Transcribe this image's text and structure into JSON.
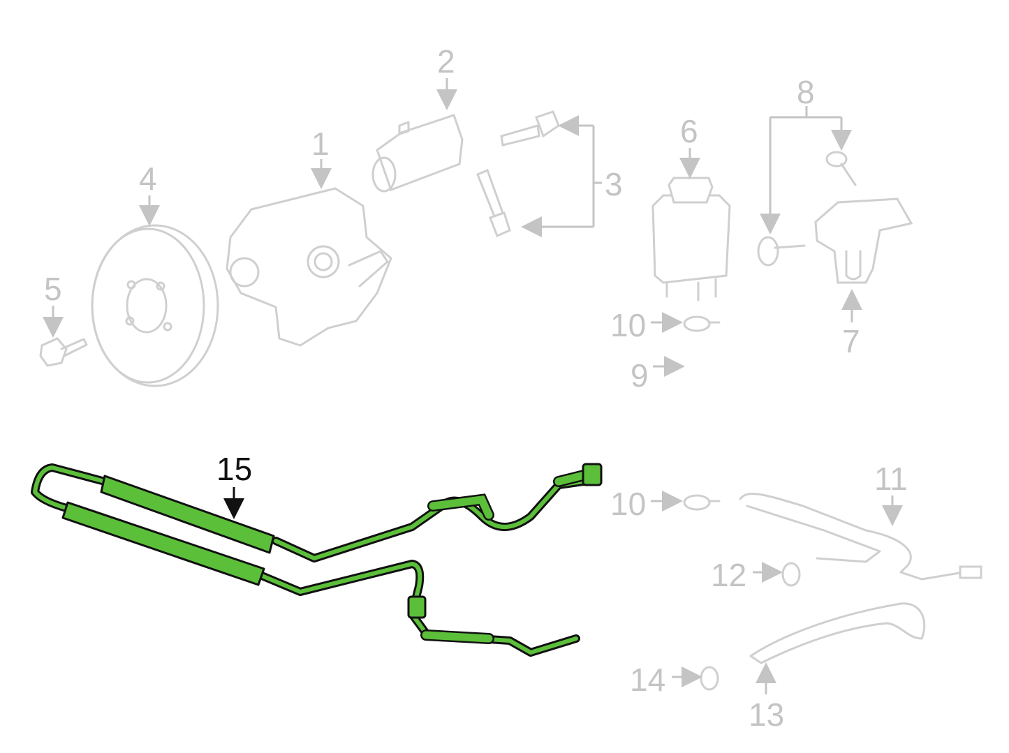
{
  "diagram": {
    "highlight_color": "#5cbf3a",
    "callouts": [
      {
        "id": "1",
        "label": "1"
      },
      {
        "id": "2",
        "label": "2"
      },
      {
        "id": "3",
        "label": "3"
      },
      {
        "id": "4",
        "label": "4"
      },
      {
        "id": "5",
        "label": "5"
      },
      {
        "id": "6",
        "label": "6"
      },
      {
        "id": "7",
        "label": "7"
      },
      {
        "id": "8",
        "label": "8"
      },
      {
        "id": "9",
        "label": "9"
      },
      {
        "id": "10a",
        "label": "10"
      },
      {
        "id": "10b",
        "label": "10"
      },
      {
        "id": "11",
        "label": "11"
      },
      {
        "id": "12",
        "label": "12"
      },
      {
        "id": "13",
        "label": "13"
      },
      {
        "id": "14",
        "label": "14"
      },
      {
        "id": "15",
        "label": "15"
      }
    ]
  }
}
